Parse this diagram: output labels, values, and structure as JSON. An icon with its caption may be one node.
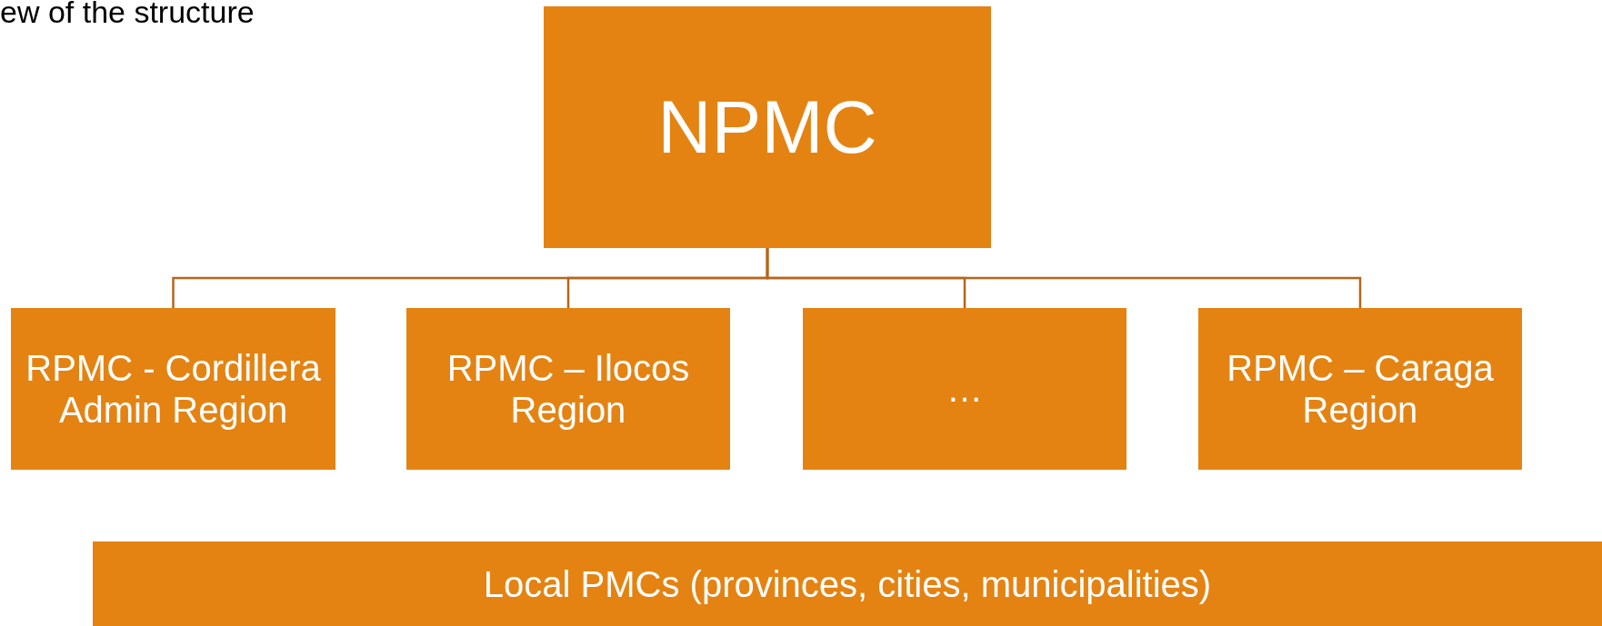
{
  "diagram": {
    "nodes": [
      {
        "text": [
          "NPMC"
        ]
      },
      {
        "text": [
          "RPMC - Cordillera Admin Region"
        ]
      },
      {
        "text": [
          "RPMC – Ilocos Region"
        ]
      },
      {
        "text": [
          "…"
        ]
      },
      {
        "text": [
          "RPMC – Caraga Region"
        ]
      },
      {
        "text": [
          "Local PMCs (provinces, cities, municipalities)"
        ]
      }
    ],
    "edges": [
      {
        "from": 0,
        "to": 1,
        "arrow": "none"
      },
      {
        "from": 0,
        "to": 2,
        "arrow": "none"
      },
      {
        "from": 0,
        "to": 3,
        "arrow": "none"
      },
      {
        "from": 0,
        "to": 4,
        "arrow": "none"
      }
    ],
    "labels": [
      "ew of the structure"
    ]
  }
}
